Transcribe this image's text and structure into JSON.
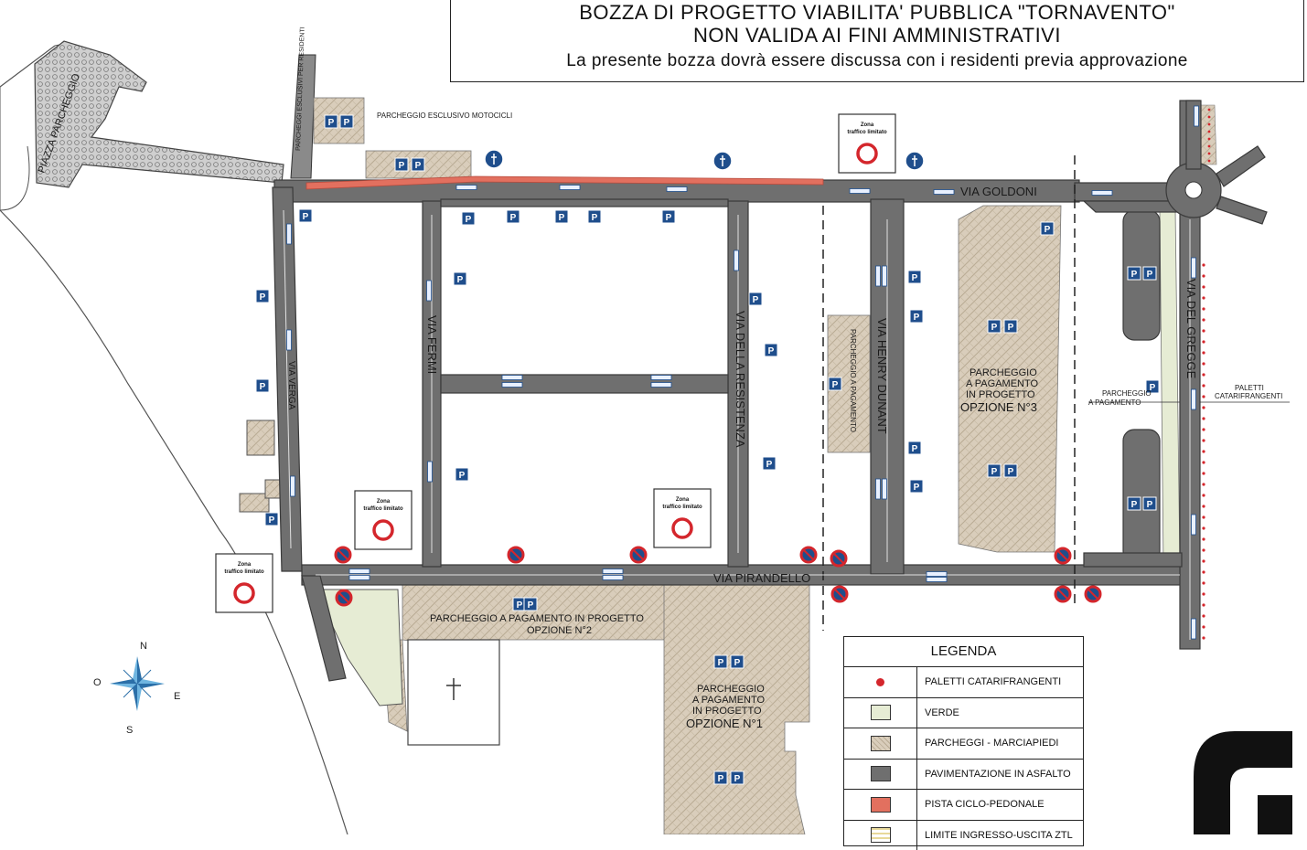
{
  "title": {
    "line1": "BOZZA DI PROGETTO VIABILITA' PUBBLICA  \"TORNAVENTO\"",
    "line2": "NON VALIDA AI FINI AMMINISTRATIVI",
    "line3": "La presente bozza dovrà essere discussa con i residenti previa approvazione"
  },
  "streets": {
    "goldoni": "VIA GOLDONI",
    "verga": "VIA VERGA",
    "fermi": "VIA FERMI",
    "resistenza": "VIA DELLA RESISTENZA",
    "dunant": "VIA HENRY DUNANT",
    "gregge": "VIA DEL GREGGE",
    "pirandello": "VIA PIRANDELLO",
    "piazza": "PIAZZA PARCHEGGIO",
    "residenti": "PARCHEGGI ESCLUSIVI PER RESIDENTI"
  },
  "labels": {
    "moto": "PARCHEGGIO ESCLUSIVO MOTOCICLI",
    "opt2_l1": "PARCHEGGIO A PAGAMENTO IN PROGETTO",
    "opt2_l2": "OPZIONE N°2",
    "opt1_l1": "PARCHEGGIO",
    "opt1_l2": "A PAGAMENTO",
    "opt1_l3": "IN PROGETTO",
    "opt1_l4": "OPZIONE N°1",
    "opt3_l1": "PARCHEGGIO",
    "opt3_l2": "A PAGAMENTO",
    "opt3_l3": "IN PROGETTO",
    "opt3_l4": "OPZIONE N°3",
    "vert_pay": "PARCHEGGIO A PAGAMENTO",
    "pay_l1": "PARCHEGGIO",
    "pay_l2": "A PAGAMENTO",
    "paletti_l1": "PALETTI",
    "paletti_l2": "CATARIFRANGENTI"
  },
  "ztl": {
    "line1": "Zona",
    "line2": "traffico limitato"
  },
  "compass": {
    "n": "N",
    "s": "S",
    "e": "E",
    "o": "O"
  },
  "parking_letter": "P",
  "legend": {
    "title": "LEGENDA",
    "items": [
      {
        "label": "PALETTI CATARIFRANGENTI",
        "color": "#d4262c",
        "kind": "dot"
      },
      {
        "label": "VERDE",
        "color": "#e6ecd4",
        "kind": "square"
      },
      {
        "label": "PARCHEGGI - MARCIAPIEDI",
        "color": "#d9cdbb",
        "kind": "square"
      },
      {
        "label": "PAVIMENTAZIONE IN ASFALTO",
        "color": "#6f6f6f",
        "kind": "square"
      },
      {
        "label": "PISTA CICLO-PEDONALE",
        "color": "#e2705f",
        "kind": "square"
      },
      {
        "label": "LIMITE INGRESSO-USCITA ZTL",
        "color": "#e8d99a",
        "kind": "lines"
      }
    ]
  },
  "colors": {
    "asphalt": "#6f6f6f",
    "road_edge": "#3a3a3a",
    "sidewalk": "#d9cdbb",
    "green": "#e6ecd4",
    "cycle": "#e2705f",
    "parking_blue": "#1f4e8c",
    "no_park_red": "#d4262c",
    "ztl_ring": "#d4262c"
  }
}
